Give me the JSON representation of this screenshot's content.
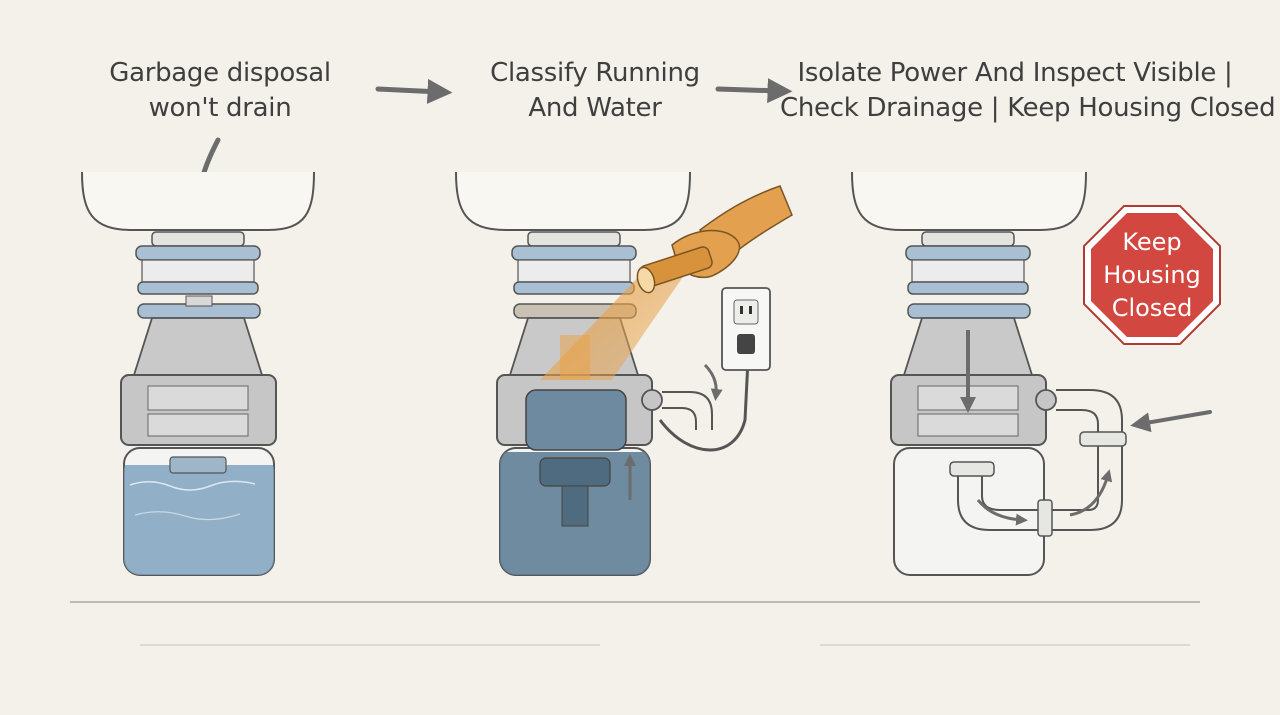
{
  "steps": [
    {
      "line1": "Garbage disposal",
      "line2": "won't drain"
    },
    {
      "line1": "Classify Running",
      "line2": "And Water"
    },
    {
      "line1": "Isolate Power And Inspect Visible |",
      "line2": "Check Drainage | Keep Housing Closed"
    }
  ],
  "sign": {
    "line1": "Keep",
    "line2": "Housing",
    "line3": "Closed"
  },
  "colors": {
    "background": "#f3f1ea",
    "water": "#7fa3bf",
    "flange": "#a9bfd4",
    "light": "#e8a24a",
    "glove": "#e3a04e",
    "stop_sign": "#d2473f",
    "arrow": "#6c6c6c"
  },
  "icons": [
    "flow-arrow-icon",
    "flashlight-icon",
    "outlet-icon",
    "stop-sign-icon"
  ]
}
